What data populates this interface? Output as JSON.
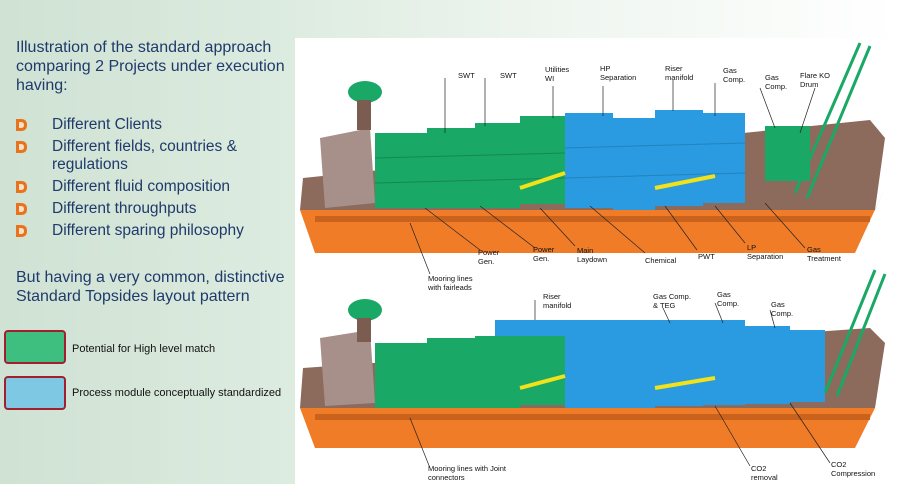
{
  "intro": "Illustration of the standard approach comparing 2 Projects under execution having:",
  "bullets": [
    "Different Clients",
    "Different fields, countries & regulations",
    "Different fluid composition",
    "Different throughputs",
    "Different sparing philosophy"
  ],
  "outro": "But having a very common, distinctive Standard Topsides layout pattern",
  "legend": [
    {
      "label": "Potential for High level match",
      "color": "#3fbf7f"
    },
    {
      "label": "Process module conceptually standardized",
      "color": "#7ec8e3"
    }
  ],
  "colors": {
    "text": "#1f3a6b",
    "bullet": "#e8731c",
    "green_module": "#1aa866",
    "blue_module": "#2a9be0",
    "hull": "#f07c28",
    "legend_border": "#a02030"
  },
  "top_labels": [
    "SWT",
    "SWT",
    "Utilities\nWI",
    "HP\nSeparation",
    "Riser\nmanifold",
    "Gas\nComp.",
    "Gas\nComp.",
    "Flare KO\nDrum",
    "Power\nGen.",
    "Power\nGen.",
    "Main\nLaydown",
    "Chemical",
    "PWT",
    "LP\nSeparation",
    "Gas\nTreatment",
    "Mooring lines\nwith fairleads"
  ],
  "bottom_labels": [
    "Riser\nmanifold",
    "Gas Comp.\n& TEG",
    "Gas\nComp.",
    "Gas\nComp.",
    "Mooring lines with Joint\nconnectors",
    "CO2\nremoval",
    "CO2\nCompression"
  ]
}
